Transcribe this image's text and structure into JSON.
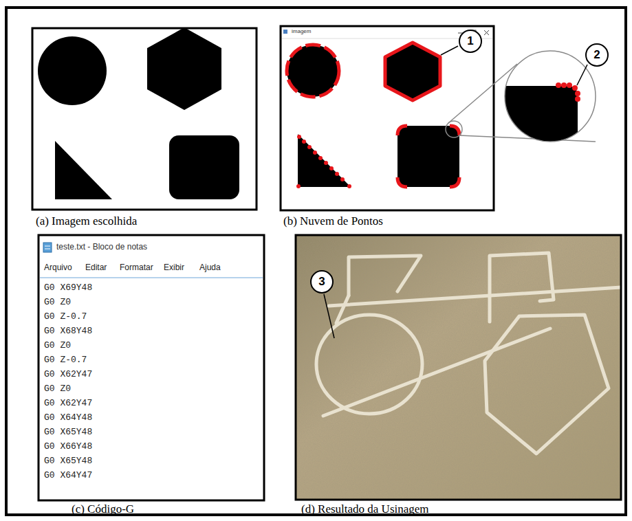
{
  "diagram": {
    "nodes": [
      {
        "text": [
          "1"
        ]
      },
      {
        "text": [
          "2"
        ]
      },
      {
        "text": [
          "3"
        ]
      }
    ],
    "labels": [
      "imagem",
      "teste.txt - Bloco de notas",
      "Arquivo",
      "Editar",
      "Formatar",
      "Exibir",
      "Ajuda",
      "G0 X69Y48",
      "G0 Z0",
      "G0 Z-0.7",
      "G0 X68Y48",
      "G0 Z0",
      "G0 Z-0.7",
      "G0 X62Y47",
      "G0 Z0",
      "G0 X62Y47",
      "G0 X64Y48",
      "G0 X65Y48",
      "G0 X66Y48",
      "G0 X65Y48",
      "G0 X64Y47",
      "(a) Imagem escolhida",
      "(b) Nuvem de Pontos",
      "(c) Código-G",
      "(d) Resultado da Usinagem"
    ]
  }
}
